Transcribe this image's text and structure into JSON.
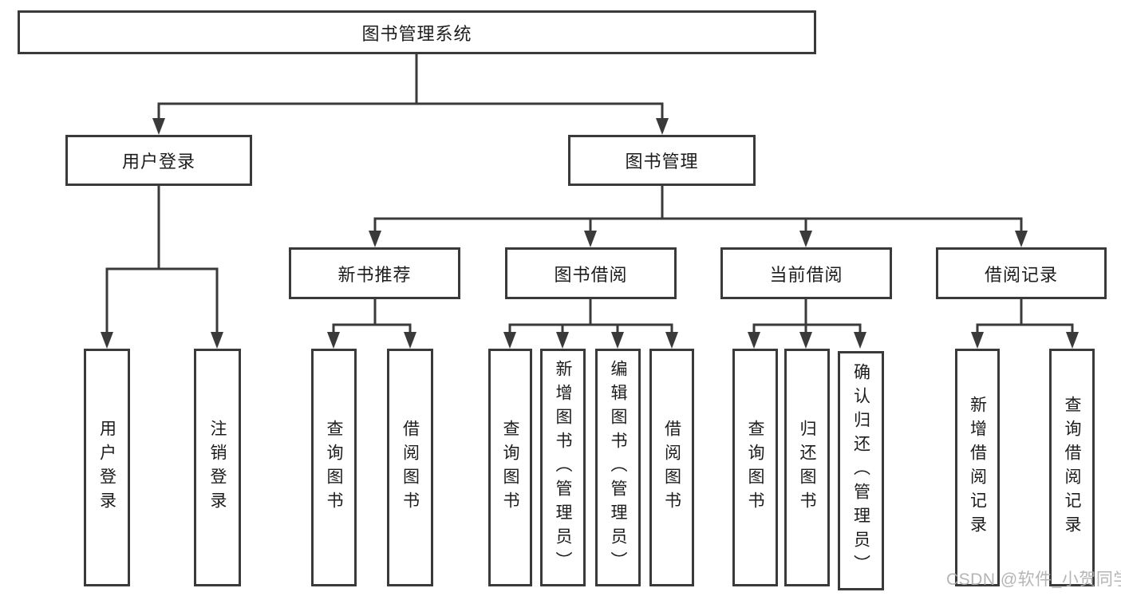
{
  "diagram": {
    "type": "tree",
    "root": {
      "label": "图书管理系统",
      "children": [
        {
          "label": "用户登录",
          "children": [
            {
              "label": "用户登录"
            },
            {
              "label": "注销登录"
            }
          ]
        },
        {
          "label": "图书管理",
          "children": [
            {
              "label": "新书推荐",
              "children": [
                {
                  "label": "查询图书"
                },
                {
                  "label": "借阅图书"
                }
              ]
            },
            {
              "label": "图书借阅",
              "children": [
                {
                  "label": "查询图书"
                },
                {
                  "label": "新增图书（管理员）"
                },
                {
                  "label": "编辑图书（管理员）"
                },
                {
                  "label": "借阅图书"
                }
              ]
            },
            {
              "label": "当前借阅",
              "children": [
                {
                  "label": "查询图书"
                },
                {
                  "label": "归还图书"
                },
                {
                  "label": "确认归还（管理员）"
                }
              ]
            },
            {
              "label": "借阅记录",
              "children": [
                {
                  "label": "新增借阅记录"
                },
                {
                  "label": "查询借阅记录"
                }
              ]
            }
          ]
        }
      ]
    }
  },
  "watermark": {
    "text": "CSDN @软件_小贺同学"
  },
  "colors": {
    "line": "#3a3a3a",
    "box_background": "#ffffff",
    "text": "#1c1c1c",
    "watermark": "#adadad"
  }
}
